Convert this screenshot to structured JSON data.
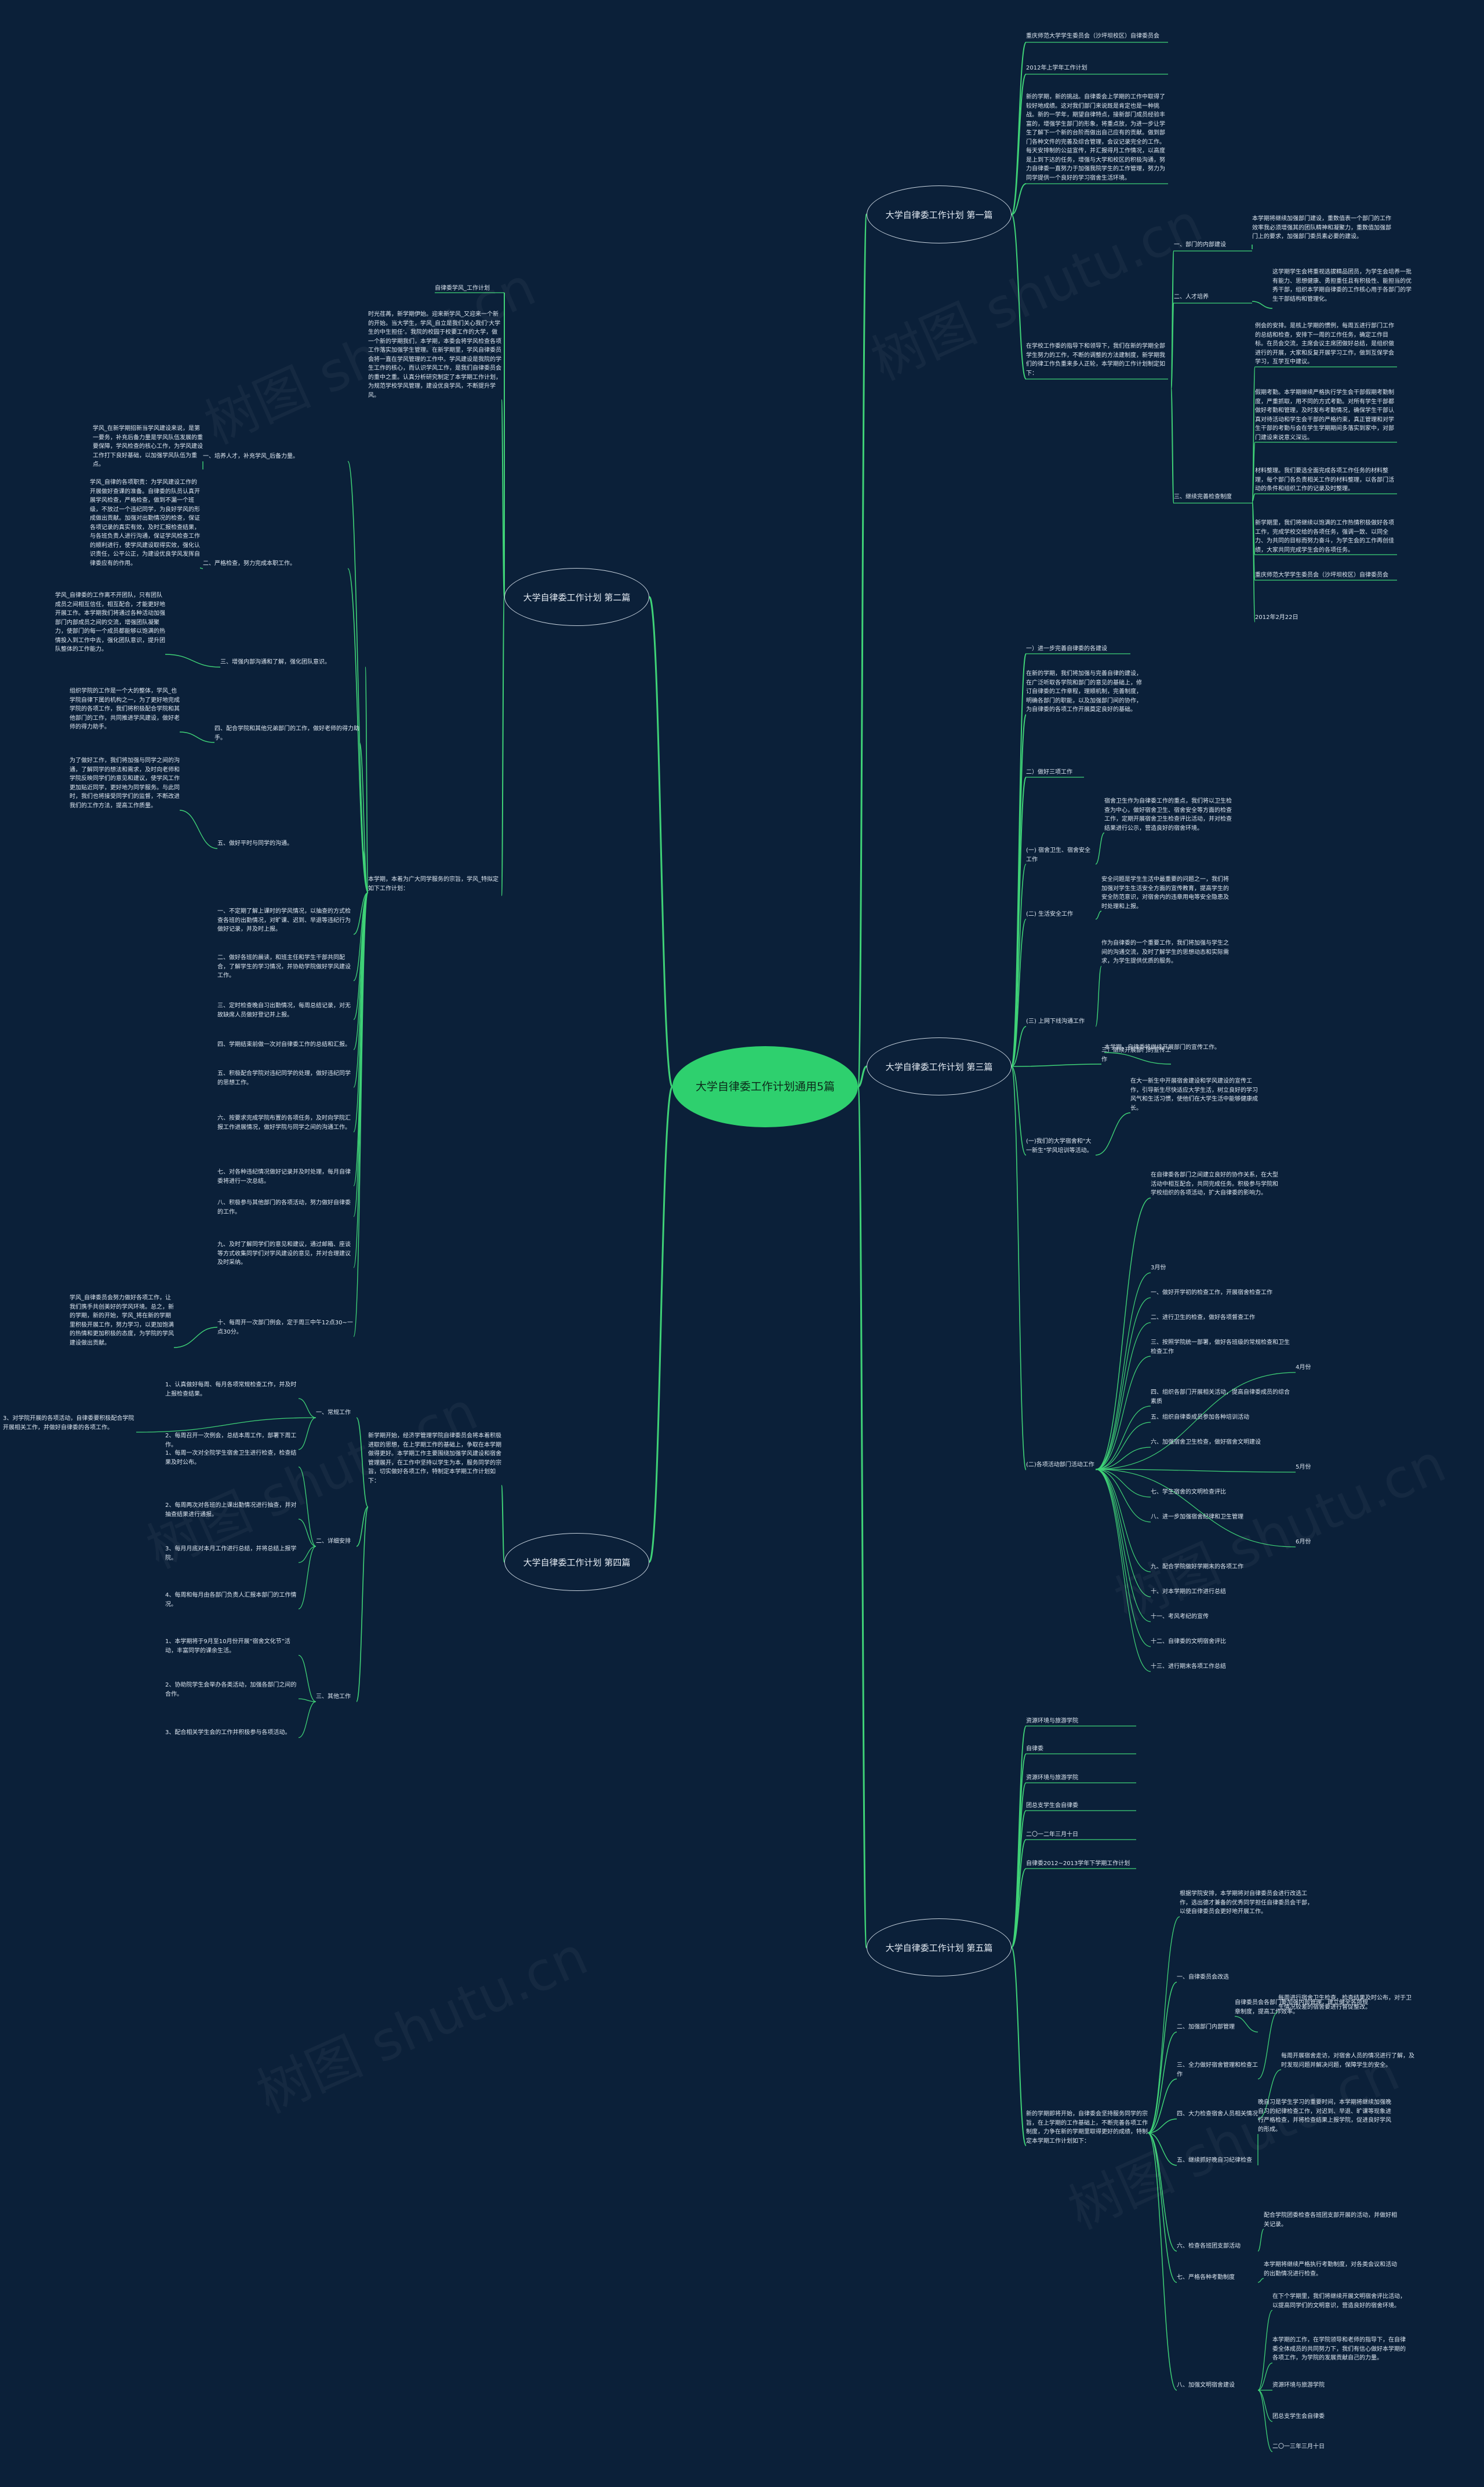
{
  "central": "大学自律委工作计划通用5篇",
  "branches": [
    {
      "title": "大学自律委工作计划 第一篇",
      "header": "重庆师范大学学生委员会（沙坪坝校区）自律委员会",
      "date_line": "2012年上学年工作计划",
      "intro": "新的学期，新的挑战。自律委会上学期的工作中取得了较好地成绩。这对我们部门来说既是肯定也是一种挑战。新的一学年，期望自律特点，接新部门成员经验丰富的，增强学生部门的形象，将重点放，为进一步让学生了解下一个新的台阶而做出自己应有的贡献。做到部门各种文件的完善及综合管理，会议记录完全的工作。每天安排制的公益宣传，并汇报得月工作情况，以高度是上到下达的任务，增强与大学和校区的积极沟通，努力自律委一直努力于加强我院学生的工作管理，努力为同学提供一个良好的学习宿舍生活环境。",
      "plan": "在学校工作委的指导下和领导下，我们在新的学期全部学生努力的工作，不断的调整的方法建制度，新学期我们的律工作负重来多人正轮，本学期的工作计划制定如下：",
      "items": [
        {
          "label": "一、部门的内部建设",
          "text": "本学期将继续加强部门建设，重数值表一个部门的工作效率我必须增强其的团队精神和凝聚力，重数值加强部门上的要求，加强部门委员素必要的建设。"
        },
        {
          "label": "二、人才培养",
          "text": "这学期学生会将重视选拔精品团员，为学生会培养一批有能力、思想健康、勇担重任且有积极性、能担当的优秀干部，组织本学期自律委的工作核心用于各部门的学生干部结构和管理化。"
        },
        {
          "label": "三、继续完善检查制度",
          "texts": [
            "例会的安排。是核上学期的惯例，每周五进行部门工作的总结和检查，安排下一周的工作任务，确定工作目标。在员会交流，主席会议主席团做好总结，是组织做进行的开展，大家和反复开展学习工作，做到互保学会学习，互学互中建议。",
            "假期考勤。本学期继续严格执行学生会干部假期考勤制度，严重抓取，用不同的方式考勤。对所有学生干部都做好考勤和管理，及时发布考勤情况，确保学生干部认真对待活动和学生会干部的严格约束，真正管理和对学生干部的考勤与会在学生学期期间多落实到家中，对部门建设来说意义深远。",
            "材料整理。我们要选全面完成各项工作任务的材料整理，每个部门各负责相关工作的材料整理，以各部门活动的条件和组织工作的记录及时整理。",
            "新学期里，我们将继续以饱满的工作热情积极做好各项工作，完成学校交给的各项任务，强调一致、以同全力、为共同的目标而努力奋斗，为学生会的工作再创佳绩，大家共同完成学生会的各项任务。",
            "重庆师范大学学生委员会（沙坪坝校区）自律委员会"
          ]
        },
        {
          "label": "",
          "text": "2012年2月22日"
        }
      ]
    },
    {
      "title": "大学自律委工作计划 第二篇",
      "header": "自律委学风_工作计划",
      "intro": "时光荏苒，新学期伊始。迎来新学风_又迎来一个新的开始。当大学生，学风_自立是我们关心我们‘大学生的中生担任’。我院的校园于校要工作的大学，做一个新的学期我们，本学期，本委会将学风检查各项工作落实加强学生管理。在新学期里，学风自律委员会将一直在学风管理的工作中。学风建设是我院的学生工作的核心，而认识学风工作，是我们自律委员会的重中之重。认真分析研究制定了本学期工作计划，为规范学校学风管理，建设优良学风，不断提升学风。",
      "items": [
        {
          "label": "一、培养人才，补充学风_后备力量。",
          "text": "学风_在新学期招新当学风建设来说，是第一要务，补充后备力量是学风队伍发展的重要保障，学风检查的核心工作，为学风建设工作打下良好基础，以加强学风队伍为重点。"
        },
        {
          "label": "二、严格检查，努力完成本职工作。",
          "text": "学风_自律的各项职责：为学风建设工作的开展做好查课的准备。自律委的队员认真开展学风检查，严格检查，做到不漏一个班级，不放过一个违纪同学，为良好学风的形成做出贡献。加强对出勤情况的检查，保证各项记录的真实有效，及时汇报检查结果，与各班负责人进行沟通，保证学风检查工作的顺利进行，使学风建设取得实效，强化认识责任，公平公正，为建设优良学风发挥自律委应有的作用。"
        },
        {
          "label": "三、增强内部沟通和了解，强化团队意识。",
          "text": "学风_自律委的工作离不开团队，只有团队成员之间相互信任，相互配合，才能更好地开展工作。本学期我们将通过各种活动加强部门内部成员之间的交流，增强团队凝聚力，使部门的每一个成员都能够以饱满的热情投入到工作中去，强化团队意识，提升团队整体的工作能力。"
        },
        {
          "label": "四、配合学院和其他兄弟部门的工作，做好老师的得力助手。",
          "text": "组织学院的工作是一个大的整体，学风_也学院自律下属的机构之一，为了更好地完成学院的各项工作，我们将积极配合学院和其他部门的工作，共同推进学风建设，做好老师的得力助手。"
        },
        {
          "label": "五、做好平时与同学的沟通。",
          "text": "为了做好工作，我们将加强与同学之间的沟通，了解同学的想法和需求，及时向老师和学院反映同学们的意见和建议，使学风工作更加贴近同学，更好地为同学服务。与此同时，我们也将接受同学们的监督，不断改进我们的工作方法，提高工作质量。"
        }
      ],
      "summary": "本学期，本着为广大同学服务的宗旨，学风_特拟定如下工作计划：",
      "details": [
        "一、不定期了解上课时的学风情况，以抽查的方式检查各班的出勤情况，对旷课、迟到、早退等违纪行为做好记录，并及时上报。",
        "二、做好各班的晨读，和班主任和学生干部共同配合，了解学生的学习情况，并协助学院做好学风建设工作。",
        "三、定时检查晚自习出勤情况，每周总结记录，对无故缺席人员做好登记并上报。",
        "四、学期结束前做一次对自律委工作的总结和汇报。",
        "五、积极配合学院对违纪同学的处理，做好违纪同学的思想工作。",
        "六、按要求完成学院布置的各项任务，及时向学院汇报工作进展情况，做好学院与同学之间的沟通工作。",
        "七、对各种违纪情况做好记录并及时处理，每月自律委将进行一次总结。",
        "八、积极参与其他部门的各项活动，努力做好自律委的工作。",
        "九、及时了解同学们的意见和建议，通过邮箱、座谈等方式收集同学们对学风建设的意见，并对合理建议及时采纳。",
        "十、每周开一次部门例会，定于周三中午12点30~一点30分。"
      ],
      "tenth": "学风_自律委员会努力做好各项工作，让我们携手共创美好的学风环境。总之，新的学期，新的开始，学风_将在新的学期里积极开展工作，努力学习，以更加饱满的热情和更加积极的态度，为学院的学风建设做出贡献。"
    },
    {
      "title": "大学自律委工作计划 第三篇",
      "intro_label": "一）进一步完善自律委的各建设",
      "intro": "在新的学期，我们将加强与完善自律的建设，在广泛听取各学院和部门的意见的基础上，修订自律委的工作章程，理顺机制，完善制度，明确各部门的职能，以及加强部门间的协作，为自律委的各项工作开展奠定良好的基础。",
      "section2": "二）做好三项工作",
      "items": [
        {
          "label": "(一) 宿舍卫生、宿舍安全工作",
          "text": "宿舍卫生作为自律委工作的重点，我们将以卫生检查为中心，做好宿舍卫生、宿舍安全等方面的检查工作，定期开展宿舍卫生检查评比活动，并对检查结果进行公示，营造良好的宿舍环境。"
        },
        {
          "label": "(二) 生活安全工作",
          "text": "安全问题是学生生活中最重要的问题之一，我们将加强对学生生活安全方面的宣传教育，提高学生的安全防范意识，对宿舍内的违章用电等安全隐患及时处理和上报。"
        },
        {
          "label": "(三) 上网下线沟通工作",
          "text": "作为自律委的一个重要工作，我们将加强与学生之间的沟通交流，及时了解学生的思想动态和实际需求，为学生提供优质的服务。"
        },
        {
          "label": "三）继续开展部门的宣传工作",
          "text": "本学期，自律委将继续开展部门的宣传工作。"
        },
        {
          "label": "(一)我们的大学宿舍和\"大一新生\"学风培训等活动。",
          "text": "在大一新生中开展宿舍建设和学风建设的宣传工作，引导新生尽快适应大学生活，树立良好的学习风气和生活习惯，使他们在大学生活中能够健康成长。"
        },
        {
          "label": "(二)各项活动部门活动工作",
          "text": "在自律委各部门之间建立良好的协作关系，在大型活动中相互配合，共同完成任务。积极参与学院和学校组织的各项活动，扩大自律委的影响力。"
        }
      ],
      "schedule": [
        "3月份",
        "一、做好开学初的检查工作，开展宿舍检查工作",
        "二、进行卫生的检查，做好各项督查工作",
        "三、按照学院统一部署，做好各班级的常规检查和卫生检查工作",
        "4月份",
        "四、组织各部门开展相关活动，提高自律委成员的综合素质",
        "五、组织自律委成员参加各种培训活动",
        "六、加强宿舍卫生检查，做好宿舍文明建设",
        "5月份",
        "七、学生宿舍的文明检查评比",
        "八、进一步加强宿舍纪律和卫生管理",
        "6月份",
        "九、配合学院做好学期末的各项工作",
        "十、对本学期的工作进行总结",
        "十一、考风考纪的宣传",
        "十二、自律委的文明宿舍评比",
        "十三、进行期末各项工作总结"
      ]
    },
    {
      "title": "大学自律委工作计划 第四篇",
      "intro": "新学期开始，经济学管理学院自律委员会将本着积极进取的思想，在上学期工作的基础上，争取在本学期做得更好。本学期工作主要围绕加强学风建设和宿舍管理展开，在工作中坚持以学生为本，服务同学的宗旨，切实做好各项工作，特制定本学期工作计划如下：",
      "items": [
        {
          "label": "一、常规工作",
          "texts": [
            "1、认真做好每周、每月各项常规检查工作，并及时上报检查结果。",
            "2、每周召开一次例会，总结本周工作，部署下周工作。",
            "3、对学院开展的各项活动，自律委要积极配合学院开展相关工作，并做好自律委的各项工作。"
          ]
        },
        {
          "label": "二、详细安排",
          "texts": [
            "1、每周一次对全院学生宿舍卫生进行检查，检查结果及时公布。",
            "2、每周两次对各班的上课出勤情况进行抽查，并对抽查结果进行通报。",
            "3、每月月底对本月工作进行总结，并将总结上报学院。",
            "4、每周和每月由各部门负责人汇报本部门的工作情况。"
          ]
        },
        {
          "label": "三、其他工作",
          "texts": [
            "1、本学期将于9月至10月份开展“宿舍文化节”活动，丰富同学的课余生活。",
            "2、协助院学生会举办各类活动，加强各部门之间的合作。",
            "3、配合相关学生会的工作并积极参与各项活动。"
          ]
        }
      ]
    },
    {
      "title": "大学自律委工作计划 第五篇",
      "heads": [
        "资源环境与旅游学院",
        "自律委",
        "资源环境与旅游学院",
        "团总支学生会自律委",
        "二〇一二年三月十日",
        "自律委2012~2013学年下学期工作计划"
      ],
      "intro": "新的学期即将开始，自律委会坚持服务同学的宗旨，在上学期的工作基础上，不断完善各项工作制度，力争在新的学期里取得更好的成绩，特制定本学期工作计划如下：",
      "items": [
        {
          "label": "一、自律委员会改选",
          "text": "根据学院安排，本学期将对自律委员会进行改选工作，选出德才兼备的优秀同学担任自律委员会干部，以使自律委员会更好地开展工作。"
        },
        {
          "label": "二、加强部门内部管理",
          "text": "自律委员会各部门要加强内部管理，建立健全各项规章制度，提高工作效率。"
        },
        {
          "label": "三、全力做好宿舍管理和检查工作",
          "text": "每周进行宿舍卫生检查，检查结果及时公布，对于卫生情况较差的宿舍要进行督促整改。"
        },
        {
          "label": "四、大力检查宿舍人员相关情况",
          "text": "每周开展宿舍走访，对宿舍人员的情况进行了解，及时发现问题并解决问题，保障学生的安全。"
        },
        {
          "label": "五、继续抓好晚自习纪律检查",
          "text": "晚自习是学生学习的重要时间，本学期将继续加强晚自习的纪律检查工作，对迟到、早退、旷课等现象进行严格检查，并将检查结果上报学院，促进良好学风的形成。"
        },
        {
          "label": "六、检查各班团支部活动",
          "text": "配合学院团委检查各班团支部开展的活动，并做好相关记录。"
        },
        {
          "label": "七、严格各种考勤制度",
          "text": "本学期将继续严格执行考勤制度，对各类会议和活动的出勤情况进行检查。"
        },
        {
          "label": "八、加强文明宿舍建设",
          "texts": [
            "在下个学期里，我们将继续开展文明宿舍评比活动，以提高同学们的文明意识，营造良好的宿舍环境。",
            "本学期的工作，在学院领导和老师的指导下，在自律委全体成员的共同努力下，我们有信心做好本学期的各项工作，为学院的发展贡献自己的力量。",
            "资源环境与旅游学院",
            "团总支学生会自律委",
            "二〇一三年三月十日"
          ]
        }
      ]
    }
  ],
  "watermarks": [
    "树图 shutu.cn",
    "树图 shutu.cn",
    "树图 shutu.cn",
    "树图 shutu.cn",
    "树图 shutu.cn",
    "树图 shutu.cn"
  ],
  "colors": {
    "background": "#0b2039",
    "link": "#3fd277",
    "root": "#2ed06e",
    "node_border": "#c9d4df"
  }
}
